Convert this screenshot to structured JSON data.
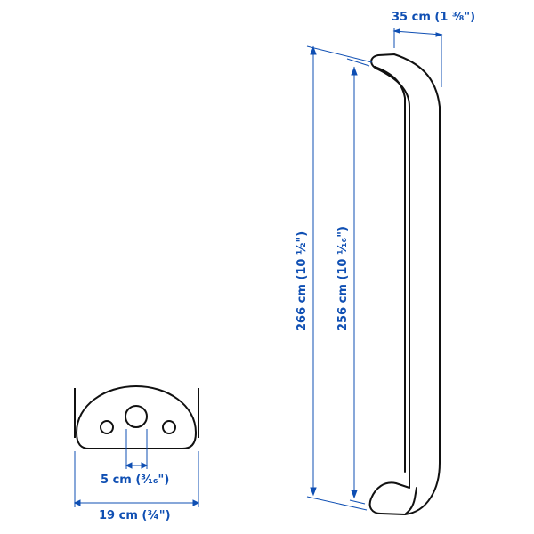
{
  "diagram": {
    "type": "product dimension drawing",
    "subject": "handle",
    "accent_color": "#0f4fb3",
    "line_color": "#111111",
    "dimensions": {
      "depth": "35 cm (1 ⅜\")",
      "overall_length": "266 cm (10 ½\")",
      "hole_spacing": "256 cm (10 ¹⁄₁₆\")",
      "screw_hole": "5 cm (³⁄₁₆\")",
      "base_width": "19 cm (¾\")"
    }
  }
}
